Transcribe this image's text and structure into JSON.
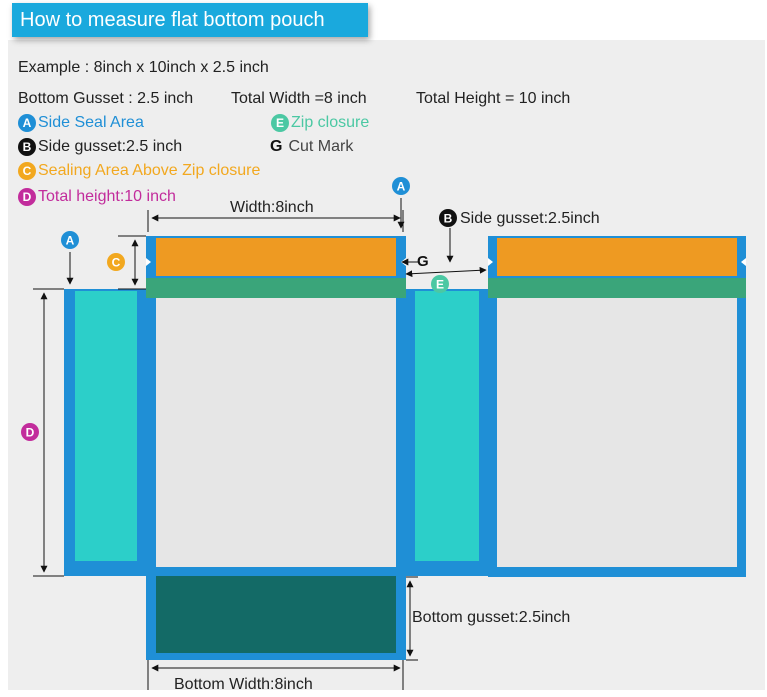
{
  "title": "How to measure flat bottom pouch",
  "example": "Example : 8inch x 10inch x 2.5 inch",
  "specs": {
    "bottom_gusset": "Bottom Gusset : 2.5 inch",
    "total_width": "Total Width =8 inch",
    "total_height": "Total Height = 10 inch"
  },
  "legend": {
    "a": {
      "letter": "A",
      "label": "Side Seal Area"
    },
    "b": {
      "letter": "B",
      "label": "Side gusset:2.5 inch"
    },
    "c": {
      "letter": "C",
      "label": "Sealing Area Above Zip closure"
    },
    "d": {
      "letter": "D",
      "label": "Total height:10 inch"
    },
    "e": {
      "letter": "E",
      "label": "Zip closure"
    },
    "g": {
      "letter": "G",
      "label": "Cut Mark"
    }
  },
  "labels": {
    "width": "Width:8inch",
    "side_gusset": "Side gusset:2.5inch",
    "cut_mark": "G",
    "bottom_gusset": "Bottom gusset:2.5inch",
    "bottom_width": "Bottom Width:8inch"
  },
  "colors": {
    "title_bg": "#1aa9dd",
    "seal_blue": "#1f8fd6",
    "gusset_teal": "#2ccfc9",
    "top_orange": "#ee9a22",
    "zip_green": "#3aa57a",
    "panel_gray": "#e6e6e6",
    "bottom_dark": "#136a66"
  }
}
